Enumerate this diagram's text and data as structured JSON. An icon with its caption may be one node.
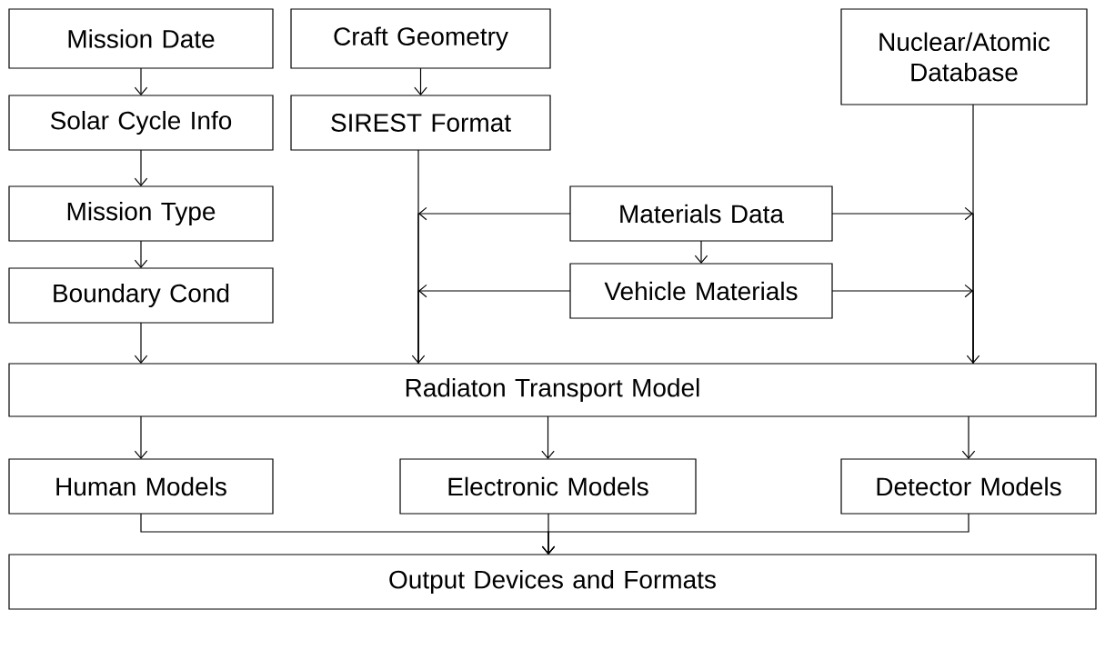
{
  "diagram": {
    "nodes": [
      {
        "text": [
          "Mission Date"
        ]
      },
      {
        "text": [
          "Craft Geometry"
        ]
      },
      {
        "text": [
          "Nuclear/Atomic Database"
        ]
      },
      {
        "text": [
          "Solar Cycle Info"
        ]
      },
      {
        "text": [
          "SIREST Format"
        ]
      },
      {
        "text": [
          "Mission Type"
        ]
      },
      {
        "text": [
          "Materials Data"
        ]
      },
      {
        "text": [
          "Boundary Cond"
        ]
      },
      {
        "text": [
          "Vehicle Materials"
        ]
      },
      {
        "text": [
          "Radiaton Transport Model"
        ]
      },
      {
        "text": [
          "Human Models"
        ]
      },
      {
        "text": [
          "Electronic Models"
        ]
      },
      {
        "text": [
          "Detector Models"
        ]
      },
      {
        "text": [
          "Output Devices and Formats"
        ]
      }
    ],
    "edges": [
      {
        "from": 0,
        "to": 3,
        "arrow": "to"
      },
      {
        "from": 1,
        "to": 4,
        "arrow": "to"
      },
      {
        "from": 3,
        "to": 5,
        "arrow": "to"
      },
      {
        "from": 5,
        "to": 7,
        "arrow": "to"
      },
      {
        "from": 7,
        "to": 9,
        "arrow": "to"
      },
      {
        "from": 4,
        "to": 9,
        "arrow": "to"
      },
      {
        "from": 2,
        "to": 9,
        "arrow": "to"
      },
      {
        "from": 6,
        "to": 9,
        "arrow": "to"
      },
      {
        "from": 6,
        "to": 9,
        "arrow": "to"
      },
      {
        "from": 6,
        "to": 8,
        "arrow": "to"
      },
      {
        "from": 8,
        "to": 9,
        "arrow": "to"
      },
      {
        "from": 8,
        "to": 9,
        "arrow": "to"
      },
      {
        "from": 9,
        "to": 10,
        "arrow": "to"
      },
      {
        "from": 9,
        "to": 11,
        "arrow": "to"
      },
      {
        "from": 9,
        "to": 12,
        "arrow": "to"
      },
      {
        "from": 10,
        "to": 13,
        "arrow": "to"
      },
      {
        "from": 11,
        "to": 13,
        "arrow": "to"
      },
      {
        "from": 12,
        "to": 13,
        "arrow": "to"
      }
    ]
  }
}
